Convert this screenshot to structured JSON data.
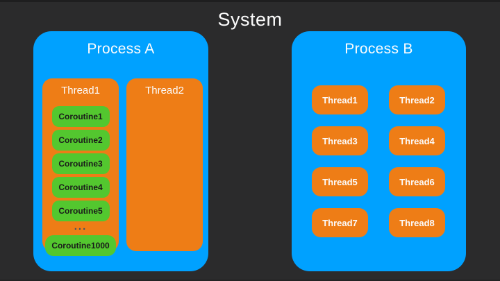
{
  "title": "System",
  "colors": {
    "bg": "#2B2B2C",
    "process": "#00A1FF",
    "thread": "#EE7D16",
    "coroutine": "#53C72F",
    "text_light": "#FCFCFC",
    "text_dark": "#1A1A1A",
    "dots": "#3E5166"
  },
  "process_a": {
    "title": "Process A",
    "thread1": {
      "label": "Thread1",
      "coroutines": [
        "Coroutine1",
        "Coroutine2",
        "Coroutine3",
        "Coroutine4",
        "Coroutine5"
      ],
      "ellipsis": "...",
      "last_coroutine": "Coroutine1000"
    },
    "thread2": {
      "label": "Thread2"
    }
  },
  "process_b": {
    "title": "Process B",
    "threads": [
      "Thread1",
      "Thread2",
      "Thread3",
      "Thread4",
      "Thread5",
      "Thread6",
      "Thread7",
      "Thread8"
    ]
  }
}
